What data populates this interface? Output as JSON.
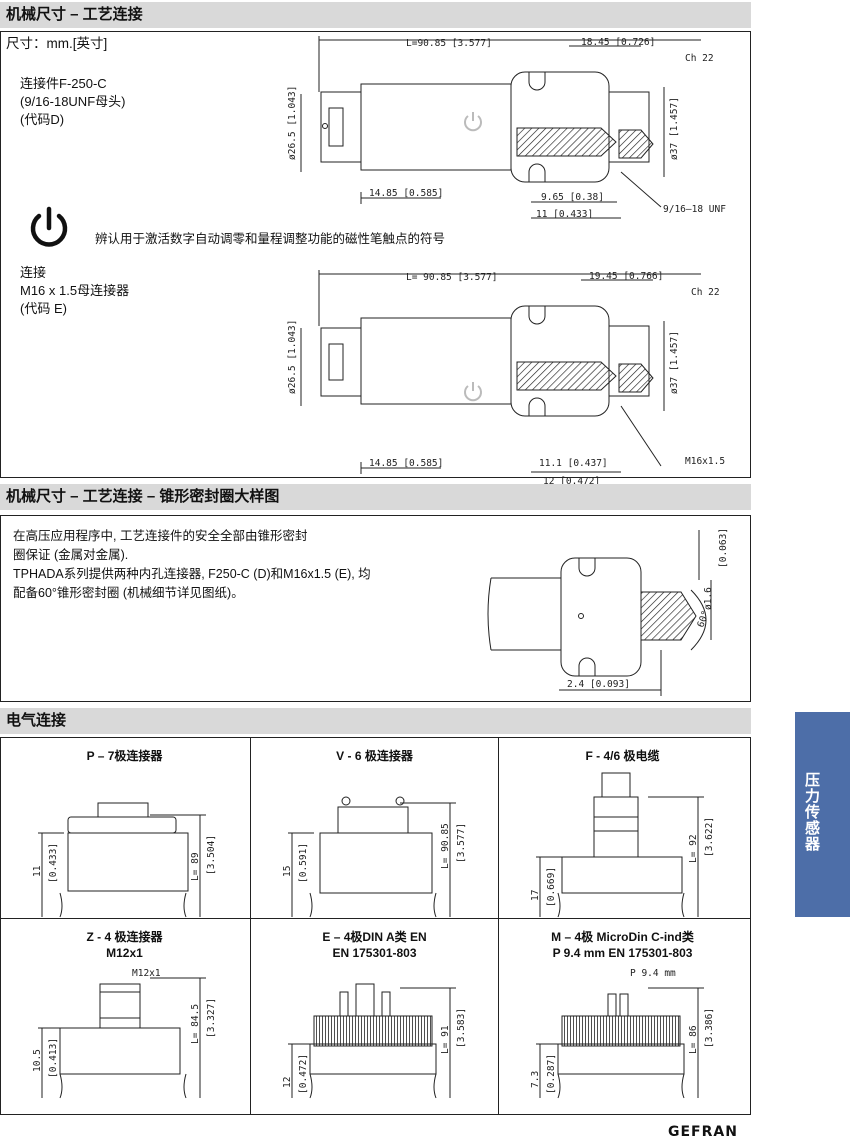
{
  "sections": {
    "mech": "机械尺寸  –  工艺连接",
    "cone": "机械尺寸 – 工艺连接  – 锥形密封圈大样图",
    "elec": "电气连接"
  },
  "mech": {
    "unit": "尺寸：mm.[英寸]",
    "conn1_lines": [
      "连接件F-250-C",
      "(9/16-18UNF母头)",
      "(代码D)"
    ],
    "power_desc": "辨认用于激活数字自动调零和量程调整功能的磁性笔触点的符号",
    "conn2_lines": [
      "连接",
      "M16 x 1.5母连接器",
      "(代码   E)"
    ],
    "d1": {
      "L": "L=90.85 [3.577]",
      "top2": "18.45 [0.726]",
      "ch": "Ch 22",
      "dia_left": "ø26.5 [1.043]",
      "dia_right": "ø37 [1.457]",
      "b1": "14.85 [0.585]",
      "b2": "9.65 [0.38]",
      "b3": "11 [0.433]",
      "thread": "9/16–18 UNF"
    },
    "d2": {
      "L": "L= 90.85 [3.577]",
      "top2": "19.45 [0.766]",
      "ch": "Ch 22",
      "dia_left": "ø26.5 [1.043]",
      "dia_right": "ø37 [1.457]",
      "b1": "14.85 [0.585]",
      "b2": "11.1 [0.437]",
      "b3": "12 [0.472]",
      "thread": "M16x1.5"
    }
  },
  "cone": {
    "lines": [
      "在高压应用程序中, 工艺连接件的安全全部由锥形密封",
      "圈保证 (金属对金属).",
      "TPHADA系列提供两种内孔连接器,  F250-C (D)和M16x1.5 (E),  均",
      "配备60°锥形密封圈 (机械细节详见图纸)。"
    ],
    "d_top": "[0.063]",
    "d_dia": "ø1.6",
    "angle": "60°",
    "d_bottom": "2.4 [0.093]"
  },
  "elec": {
    "cells": [
      {
        "title": [
          "P – 7极连接器"
        ],
        "h1": "11",
        "h1i": "[0.433]",
        "L": "L= 89",
        "Li": "[3.504]"
      },
      {
        "title": [
          "V - 6 极连接器"
        ],
        "h1": "15",
        "h1i": "[0.591]",
        "L": "L= 90.85",
        "Li": "[3.577]"
      },
      {
        "title": [
          "F - 4/6 极电缆"
        ],
        "h1": "17",
        "h1i": "[0.669]",
        "L": "L= 92",
        "Li": "[3.622]"
      },
      {
        "title": [
          "Z - 4 极连接器",
          "M12x1"
        ],
        "h1": "10.5",
        "h1i": "[0.413]",
        "L": "L= 84.5",
        "Li": "[3.327]",
        "extra": "M12x1"
      },
      {
        "title": [
          "E – 4极DIN A类 EN",
          "EN 175301-803"
        ],
        "h1": "12",
        "h1i": "[0.472]",
        "L": "L= 91",
        "Li": "[3.583]"
      },
      {
        "title": [
          "M – 4极 MicroDin C-ind类",
          "P 9.4 mm EN 175301-803"
        ],
        "h1": "7.3",
        "h1i": "[0.287]",
        "L": "L= 86",
        "Li": "[3.386]",
        "extra": "P 9.4 mm"
      }
    ]
  },
  "sidetab": "压力传感器",
  "brand": "GEFRAN"
}
